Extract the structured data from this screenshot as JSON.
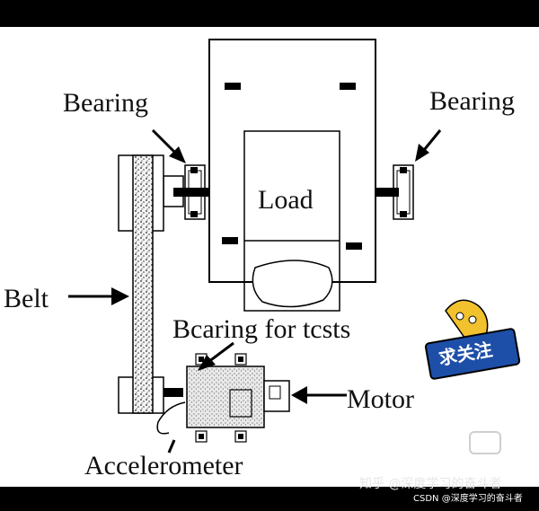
{
  "labels": {
    "bearing_left": "Bearing",
    "bearing_right": "Bearing",
    "load": "Load",
    "belt": "Belt",
    "bearing_tests": "Bcaring for tcsts",
    "motor": "Motor",
    "accelerometer": "Accelerometer"
  },
  "sticker": {
    "text": "求关注"
  },
  "watermark": {
    "line1": "知乎 @深度学习的奋斗者",
    "line2": "CSDN @深度学习的奋斗者"
  },
  "colors": {
    "background": "#ffffff",
    "frame": "#000000",
    "sticker_blue": "#1e4fa8"
  }
}
